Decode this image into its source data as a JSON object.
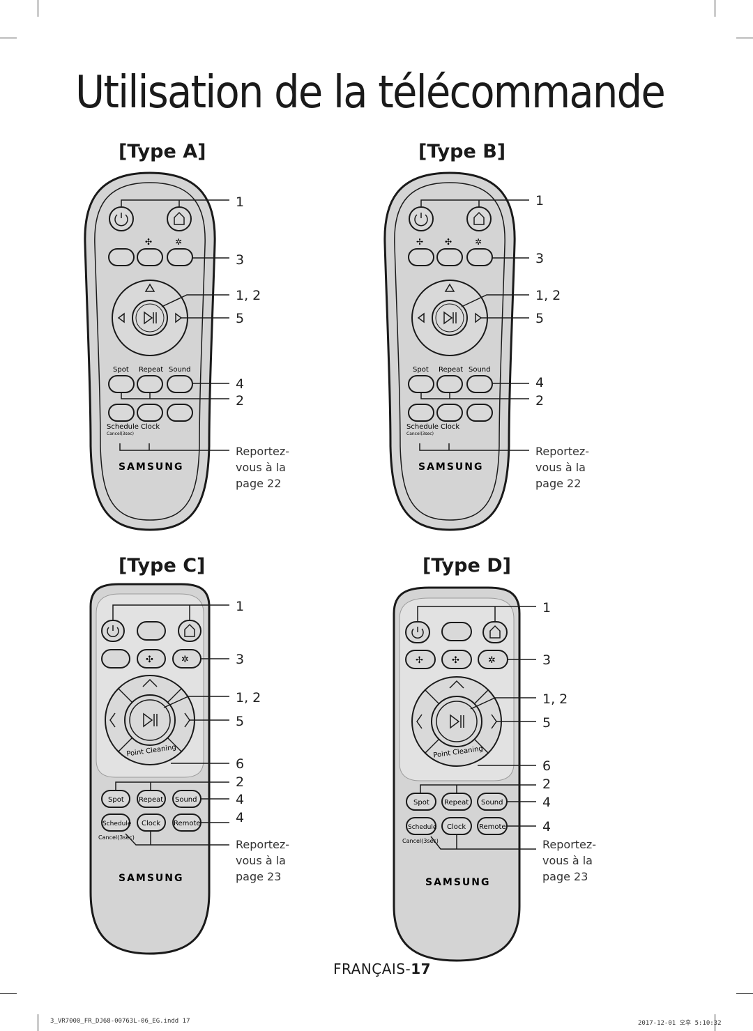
{
  "page_title": "Utilisation de la télécommande",
  "types": [
    {
      "label": "[Type A]",
      "callouts": [
        "1",
        "3",
        "1, 2",
        "5",
        "4",
        "2"
      ],
      "ref": [
        "Reportez-",
        "vous à la",
        "page 22"
      ],
      "buttons_row_labels": [
        "Spot",
        "Repeat",
        "Sound"
      ],
      "buttons_row2_labels": [
        "Schedule",
        "Clock"
      ],
      "cancel_label": "Cancel(3sec)",
      "brand": "SAMSUNG"
    },
    {
      "label": "[Type B]",
      "callouts": [
        "1",
        "3",
        "1, 2",
        "5",
        "4",
        "2"
      ],
      "ref": [
        "Reportez-",
        "vous à la",
        "page 22"
      ],
      "buttons_row_labels": [
        "Spot",
        "Repeat",
        "Sound"
      ],
      "buttons_row2_labels": [
        "Schedule",
        "Clock"
      ],
      "cancel_label": "Cancel(3sec)",
      "brand": "SAMSUNG"
    },
    {
      "label": "[Type C]",
      "callouts": [
        "1",
        "3",
        "1, 2",
        "5",
        "6",
        "2",
        "4",
        "4"
      ],
      "ref": [
        "Reportez-",
        "vous à la",
        "page 23"
      ],
      "buttons_row_labels": [
        "Spot",
        "Repeat",
        "Sound"
      ],
      "buttons_row2_labels": [
        "Schedule",
        "Clock",
        "Remote"
      ],
      "cancel_label": "Cancel(3sec)",
      "ring_label": "Point Cleaning",
      "brand": "SAMSUNG"
    },
    {
      "label": "[Type D]",
      "callouts": [
        "1",
        "3",
        "1, 2",
        "5",
        "6",
        "2",
        "4",
        "4"
      ],
      "ref": [
        "Reportez-",
        "vous à la",
        "page 23"
      ],
      "buttons_row_labels": [
        "Spot",
        "Repeat",
        "Sound"
      ],
      "buttons_row2_labels": [
        "Schedule",
        "Clock",
        "Remote"
      ],
      "cancel_label": "Cancel(3sec)",
      "ring_label": "Point Cleaning",
      "brand": "SAMSUNG"
    }
  ],
  "footer": {
    "language": "FRANÇAIS-",
    "page_number": "17"
  },
  "file_info": "3_VR7000_FR_DJ68-00763L-06_EG.indd   17",
  "date_info": "2017-12-01   오후 5:10:32",
  "colors": {
    "remote_body": "#d4d4d4",
    "remote_outline": "#1a1a1a",
    "button_fill": "#d9d9d9"
  }
}
